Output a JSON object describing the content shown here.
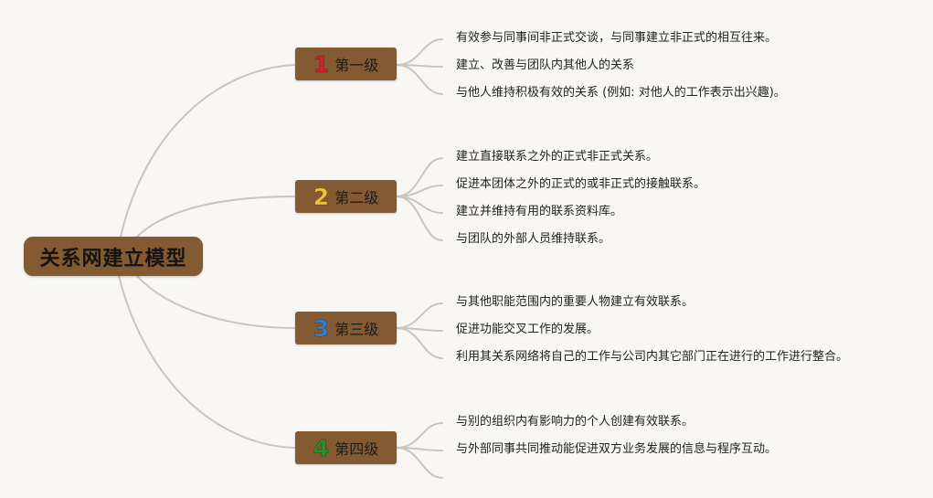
{
  "root": {
    "label": "关系网建立模型"
  },
  "levels": [
    {
      "number": "1",
      "number_color": "#d0202c",
      "label": "第一级",
      "items": [
        "有效参与同事间非正式交谈，与同事建立非正式的相互往来。",
        "建立、改善与团队内其他人的关系",
        "与他人维持积极有效的关系 (例如: 对他人的工作表示出兴趣)。"
      ]
    },
    {
      "number": "2",
      "number_color": "#f2c12e",
      "label": "第二级",
      "items": [
        "建立直接联系之外的正式非正式关系。",
        "促进本团体之外的正式的或非正式的接触联系。",
        "建立并维持有用的联系资料库。",
        "与团队的外部人员维持联系。"
      ]
    },
    {
      "number": "3",
      "number_color": "#2f7fcf",
      "label": "第三级",
      "items": [
        "与其他职能范围内的重要人物建立有效联系。",
        "促进功能交叉工作的发展。",
        "利用其关系网络将自己的工作与公司内其它部门正在进行的工作进行整合。"
      ]
    },
    {
      "number": "4",
      "number_color": "#2e8b2e",
      "label": "第四级",
      "items": [
        "与别的组织内有影响力的个人创建有效联系。",
        "与外部同事共同推动能促进双方业务发展的信息与程序互动。",
        ""
      ]
    }
  ]
}
